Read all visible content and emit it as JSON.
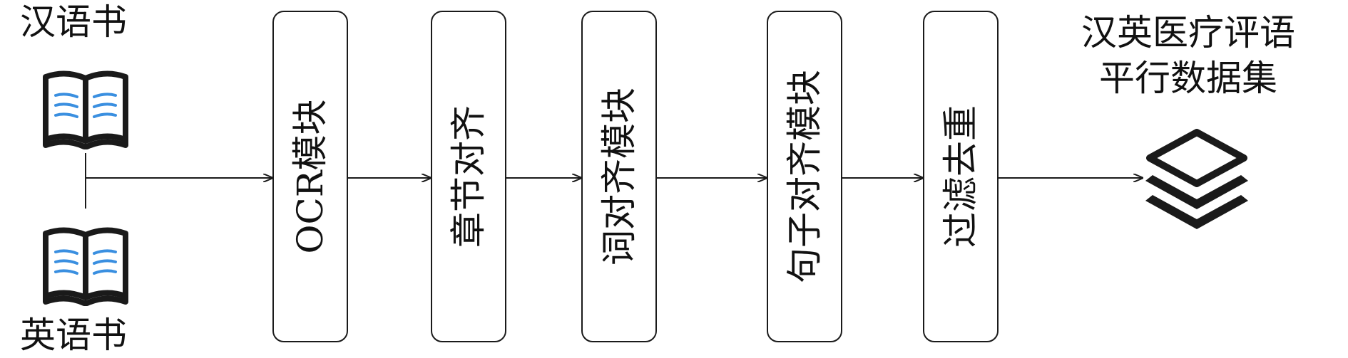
{
  "sources": {
    "top_label": "汉语书",
    "bottom_label": "英语书"
  },
  "pipeline": {
    "ocr": "OCR模块",
    "chapter": "章节对齐",
    "word": "词对齐模块",
    "sentence": "句子对齐模块",
    "dedup": "过滤去重"
  },
  "output": {
    "line1": "汉英医疗评语",
    "line2": "平行数据集"
  },
  "colors": {
    "line": "#1a1a1a",
    "book_line": "#3a8fe0"
  },
  "icons": {
    "top_book": "open-book-icon",
    "bottom_book": "open-book-icon",
    "output": "layers-icon"
  }
}
